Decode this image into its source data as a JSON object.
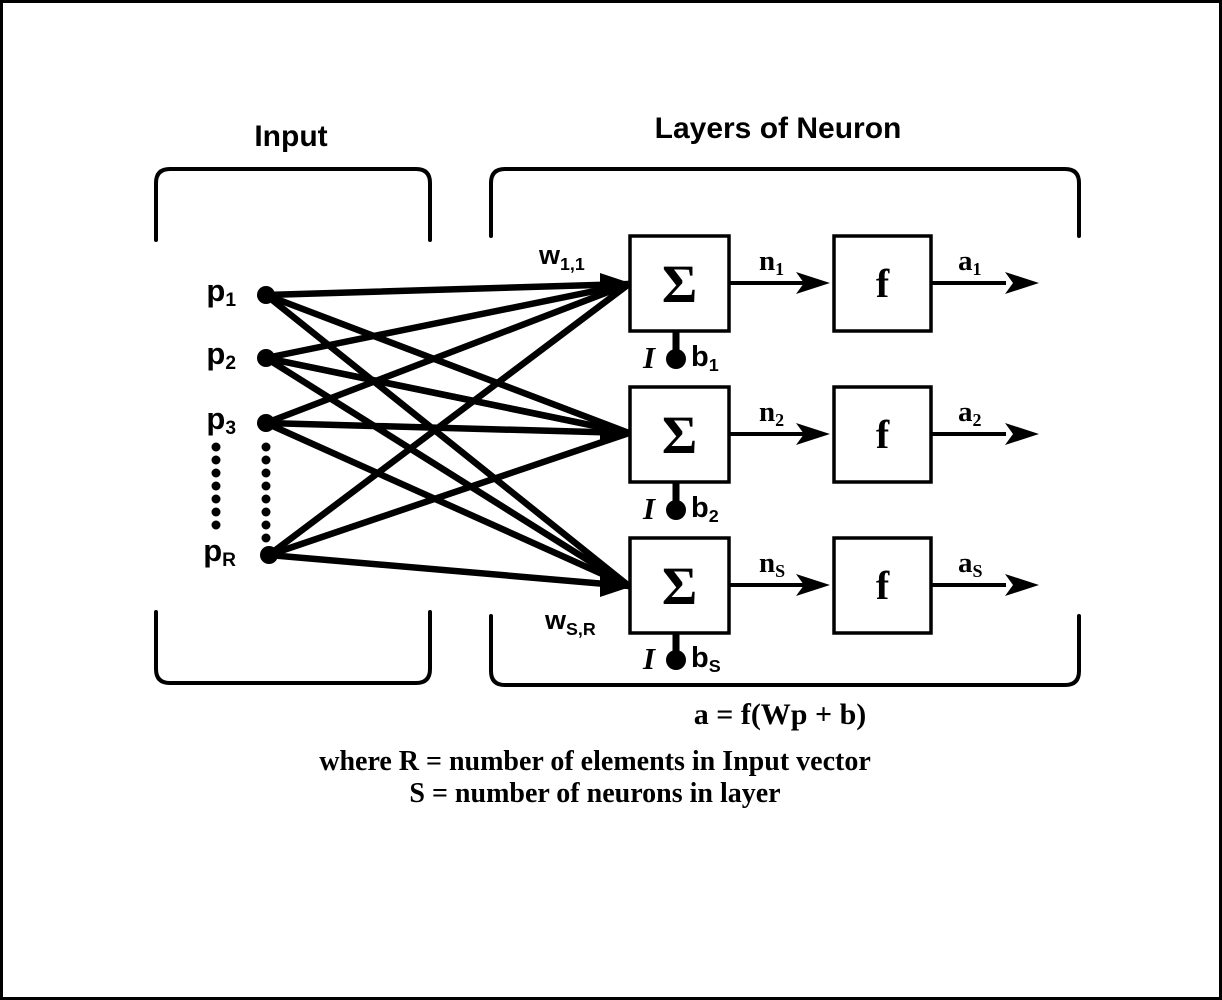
{
  "colors": {
    "ink": "#000000",
    "paper": "#ffffff"
  },
  "titles": {
    "input": "Input",
    "layers": "Layers of Neuron"
  },
  "inputs": [
    {
      "base": "p",
      "sub": "1"
    },
    {
      "base": "p",
      "sub": "2"
    },
    {
      "base": "p",
      "sub": "3"
    },
    {
      "base": "p",
      "sub": "R"
    }
  ],
  "weights": {
    "first": {
      "base": "w",
      "sub": "1,1"
    },
    "last": {
      "base": "w",
      "sub": "S,R"
    }
  },
  "neurons": [
    {
      "sum": "Σ",
      "one": "I",
      "bias": {
        "base": "b",
        "sub": "1"
      },
      "net": {
        "base": "n",
        "sub": "1"
      },
      "transfer": "f",
      "output": {
        "base": "a",
        "sub": "1"
      }
    },
    {
      "sum": "Σ",
      "one": "I",
      "bias": {
        "base": "b",
        "sub": "2"
      },
      "net": {
        "base": "n",
        "sub": "2"
      },
      "transfer": "f",
      "output": {
        "base": "a",
        "sub": "2"
      }
    },
    {
      "sum": "Σ",
      "one": "I",
      "bias": {
        "base": "b",
        "sub": "S"
      },
      "net": {
        "base": "n",
        "sub": "S"
      },
      "transfer": "f",
      "output": {
        "base": "a",
        "sub": "S"
      }
    }
  ],
  "formula": "a = f(Wp + b)",
  "notes": {
    "line1": "where R = number of elements in Input vector",
    "line2": "S = number of neurons in layer"
  }
}
